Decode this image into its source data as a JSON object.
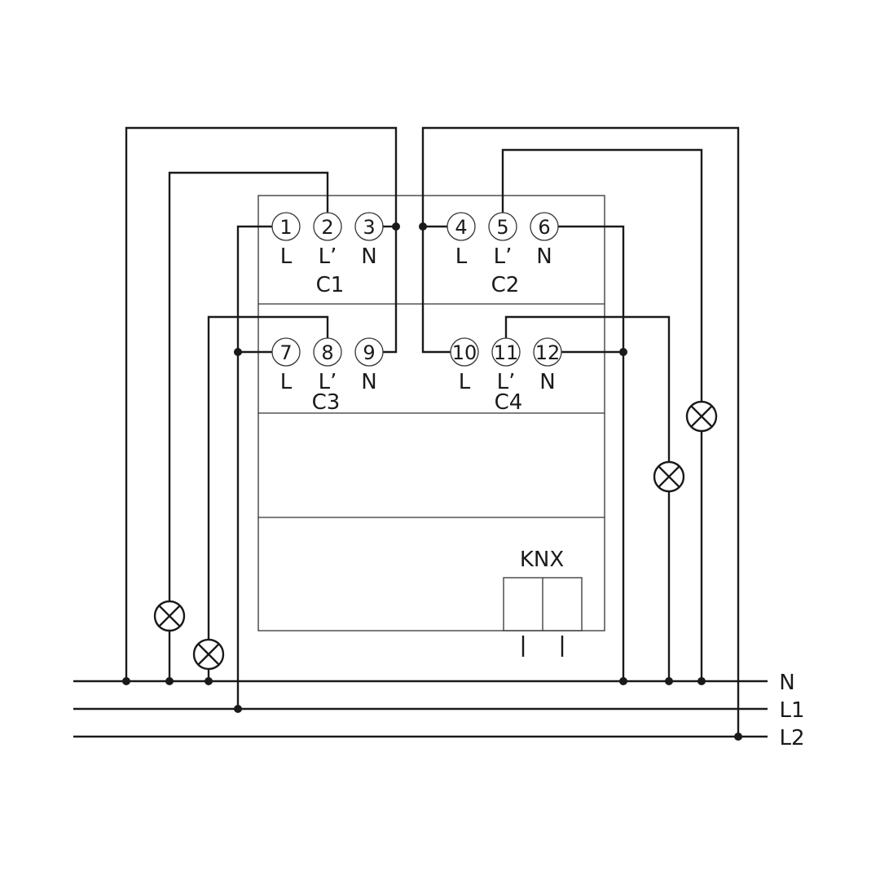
{
  "terminals": {
    "t1": {
      "number": "1",
      "role": "L"
    },
    "t2": {
      "number": "2",
      "role": "L’"
    },
    "t3": {
      "number": "3",
      "role": "N"
    },
    "t4": {
      "number": "4",
      "role": "L"
    },
    "t5": {
      "number": "5",
      "role": "L’"
    },
    "t6": {
      "number": "6",
      "role": "N"
    },
    "t7": {
      "number": "7",
      "role": "L"
    },
    "t8": {
      "number": "8",
      "role": "L’"
    },
    "t9": {
      "number": "9",
      "role": "N"
    },
    "t10": {
      "number": "10",
      "role": "L"
    },
    "t11": {
      "number": "11",
      "role": "L’"
    },
    "t12": {
      "number": "12",
      "role": "N"
    }
  },
  "channels": {
    "c1": "C1",
    "c2": "C2",
    "c3": "C3",
    "c4": "C4"
  },
  "bus_label": "KNX",
  "lines": {
    "n": "N",
    "l1": "L1",
    "l2": "L2"
  },
  "icons": {
    "lamp": "lamp-cross-circle-icon"
  }
}
